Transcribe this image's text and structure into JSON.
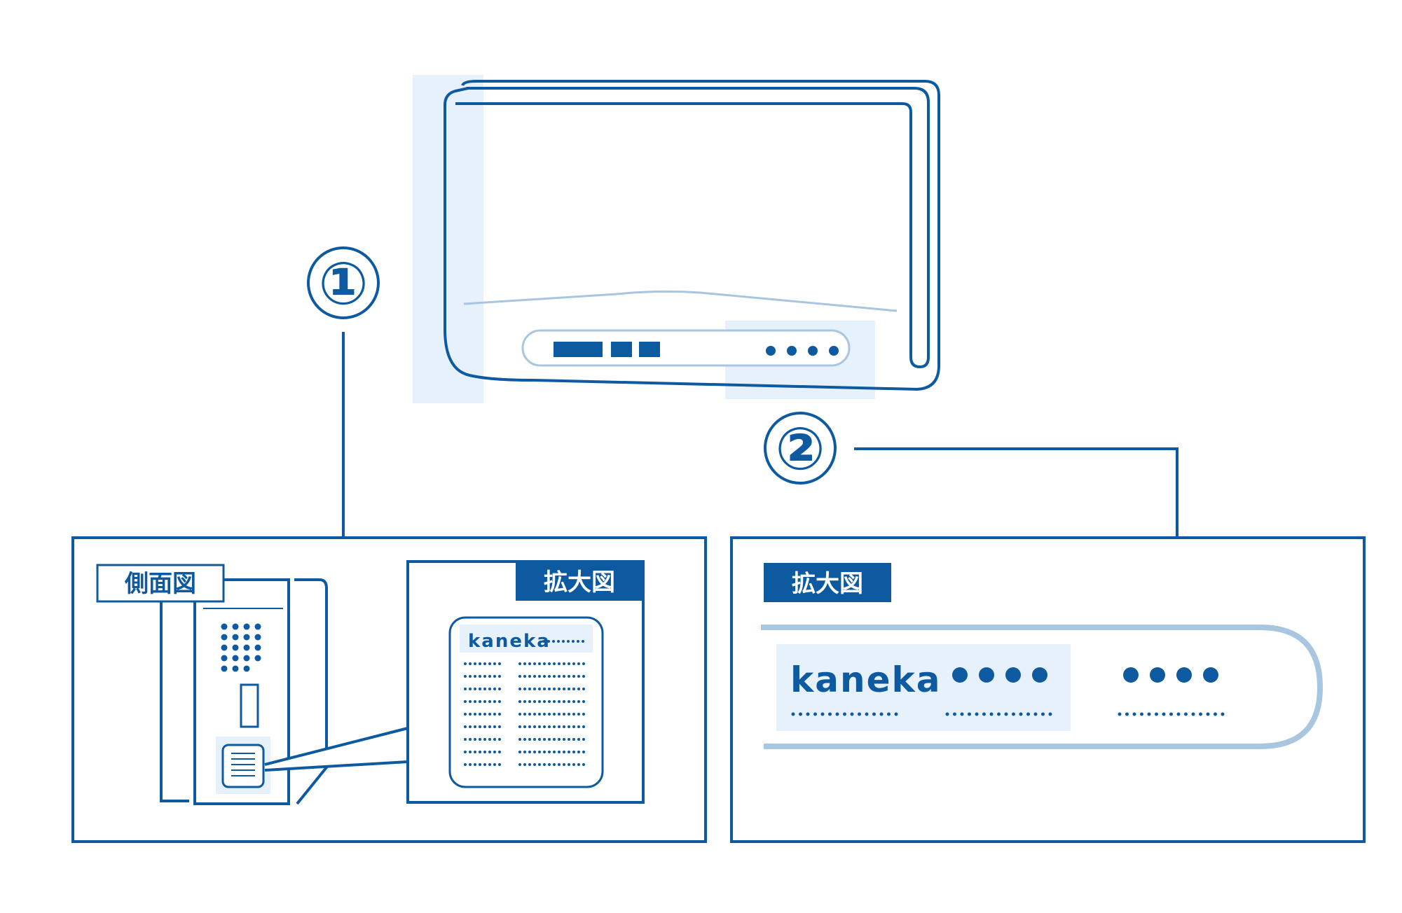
{
  "callouts": {
    "one": "①",
    "two": "②"
  },
  "panel_left": {
    "side_view_label": "側面図",
    "zoom_label": "拡大図",
    "brand": "kaneka"
  },
  "panel_right": {
    "zoom_label": "拡大図",
    "brand": "kaneka"
  },
  "colors": {
    "stroke": "#0d5aa0",
    "light_fill": "#e6f1fb",
    "soft_line": "#a9c6e0"
  }
}
